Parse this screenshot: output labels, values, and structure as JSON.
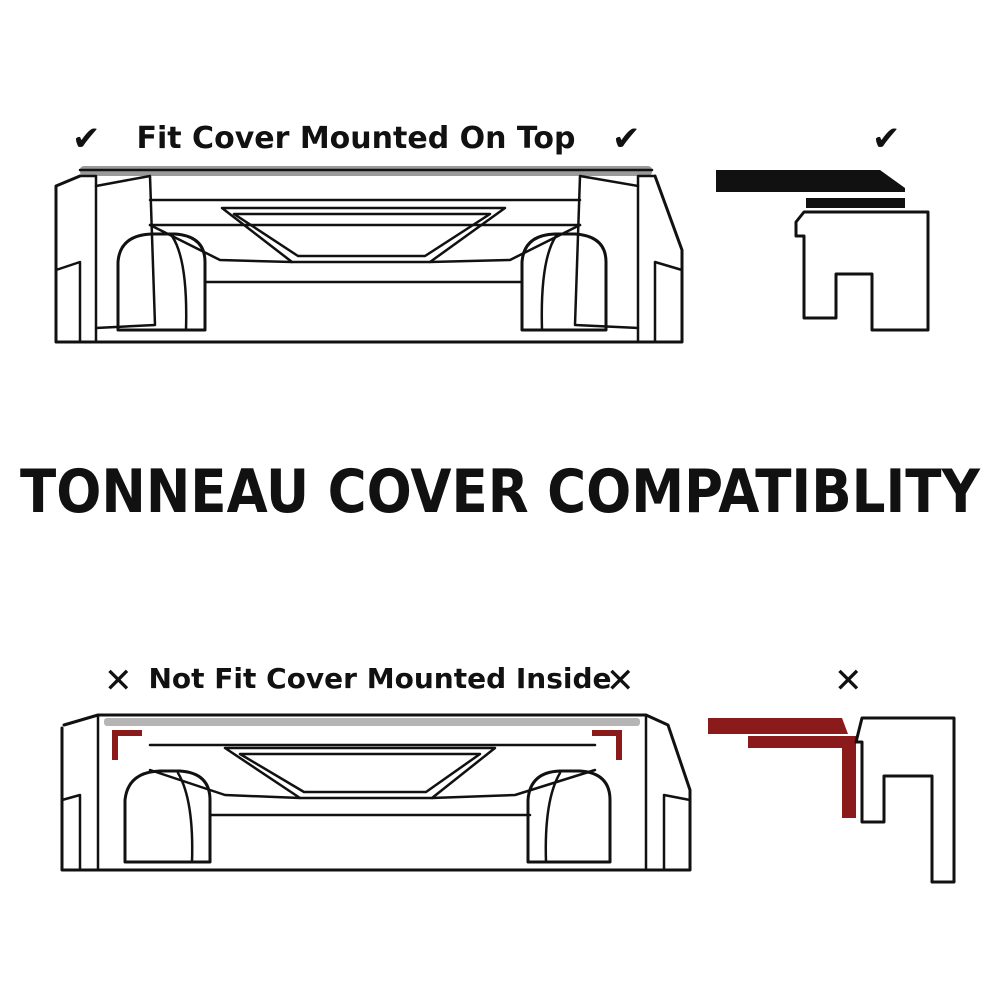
{
  "top_section": {
    "label": "Fit Cover Mounted On Top",
    "mark": "✔",
    "mark_color": "#1aa34a",
    "cover_color": "#111111",
    "rail_color": "#9a9a9a"
  },
  "main_title": "TONNEAU COVER COMPATIBLITY",
  "bottom_section": {
    "label": "Not Fit Cover Mounted Inside",
    "mark": "✕",
    "mark_color": "#e0191d",
    "cover_color": "#8b1a1a",
    "rail_color": "#b5b5b5"
  }
}
